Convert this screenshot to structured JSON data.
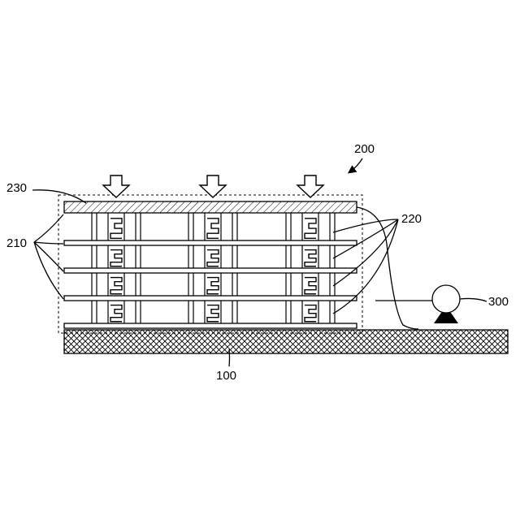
{
  "labels": {
    "system": "200",
    "top_plate": "230",
    "plates": "210",
    "columns": "220",
    "base": "100",
    "device": "300"
  }
}
